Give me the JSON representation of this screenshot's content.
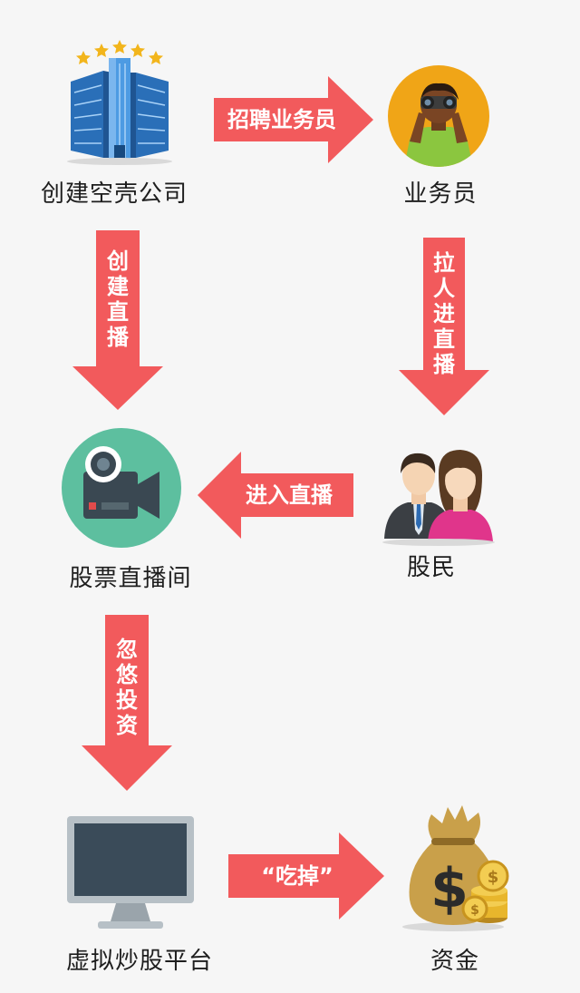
{
  "colors": {
    "arrow": "#f25a5c",
    "building": "#2f7fcf",
    "stars": "#f2b51c",
    "person_bg": "#f0a517",
    "shirt": "#8bc63f",
    "camera_bg": "#5dbf9f",
    "camera": "#3a4852",
    "monitor": "#3a4b59",
    "money_bag": "#c9a04a"
  },
  "icons": {
    "company": "office-building-icon",
    "salesman": "person-binoculars-icon",
    "studio": "video-camera-icon",
    "investors": "couple-people-icon",
    "platform": "computer-monitor-icon",
    "funds": "money-bag-icon"
  },
  "nodes": {
    "company": "创建空壳公司",
    "salesman": "业务员",
    "studio": "股票直播间",
    "investors": "股民",
    "platform": "虚拟炒股平台",
    "funds": "资金"
  },
  "edges": {
    "recruit": "招聘业务员",
    "create_stream": [
      "创",
      "建",
      "直",
      "播"
    ],
    "pull_people": [
      "拉",
      "人",
      "进",
      "直",
      "播"
    ],
    "enter_stream": "进入直播",
    "fool_invest": [
      "忽",
      "悠",
      "投",
      "资"
    ],
    "eat": "“吃掉”"
  }
}
